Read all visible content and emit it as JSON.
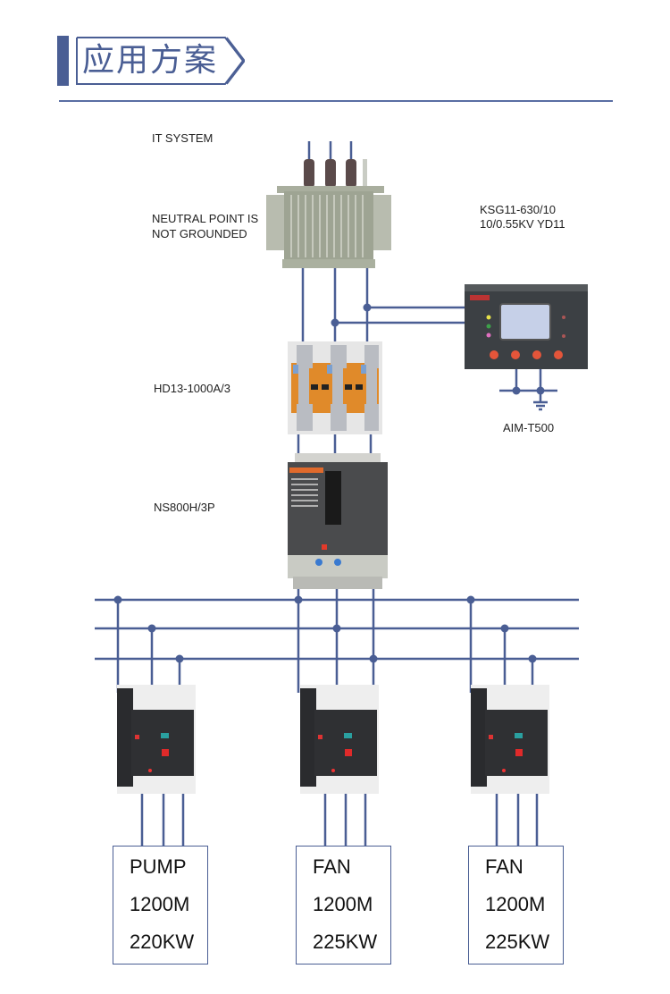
{
  "header": {
    "title": "应用方案",
    "accent_color": "#4a5e94"
  },
  "diagram": {
    "system_label": "IT SYSTEM",
    "neutral_label_line1": "NEUTRAL POINT IS",
    "neutral_label_line2": "NOT GROUNDED",
    "transformer": {
      "model_line1": "KSG11-630/10",
      "model_line2": "10/0.55KV YD11"
    },
    "monitor": {
      "model": "AIM-T500"
    },
    "disconnector": {
      "model": "HD13-1000A/3"
    },
    "main_breaker": {
      "model": "NS800H/3P"
    },
    "loads": [
      {
        "type": "PUMP",
        "cable": "1200M",
        "power": "220KW"
      },
      {
        "type": "FAN",
        "cable": "1200M",
        "power": "225KW"
      },
      {
        "type": "FAN",
        "cable": "1200M",
        "power": "225KW"
      }
    ],
    "wire_color": "#4a5e94"
  }
}
